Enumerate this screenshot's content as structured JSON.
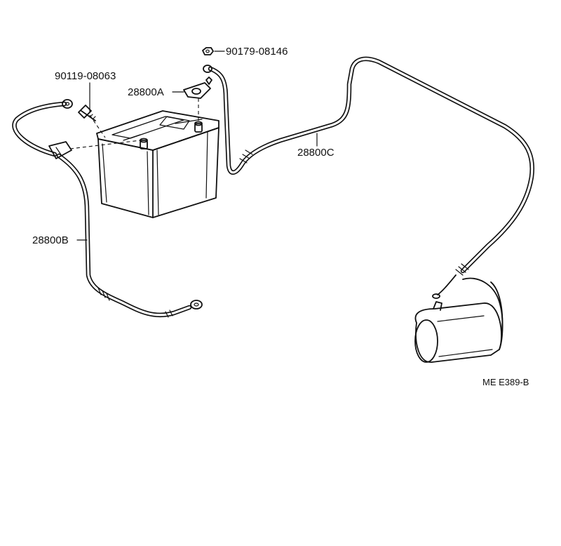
{
  "diagram": {
    "parts": [
      {
        "id": "nut",
        "label": "90179-08146"
      },
      {
        "id": "bolt",
        "label": "90119-08063"
      },
      {
        "id": "terminal",
        "label": "28800A"
      },
      {
        "id": "positive_cable",
        "label": "28800C"
      },
      {
        "id": "negative_cable",
        "label": "28800B"
      }
    ],
    "reference_code": "ME E389-B"
  }
}
